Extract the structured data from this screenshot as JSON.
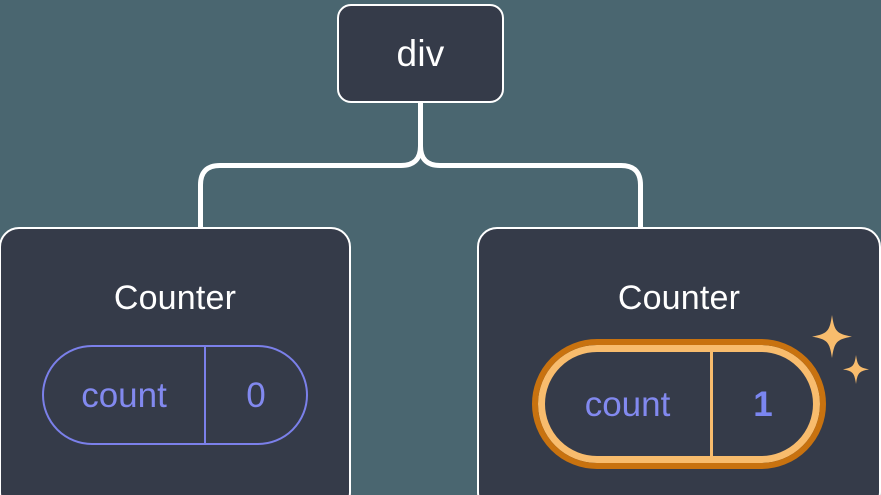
{
  "diagram": {
    "type": "component-tree",
    "description": "React component tree: a div parent with two Counter children; the right Counter's count state has been updated to 1 and is highlighted.",
    "background_color": "#4a6670",
    "node_fill_color": "#353b49",
    "node_border_color": "#ffffff",
    "connector_color": "#ffffff",
    "accent_state_color": "#8289ef",
    "highlight_inner_color": "#f8bc6d",
    "highlight_outer_color": "#c8720f",
    "sparkle_color": "#f8bc6d"
  },
  "root": {
    "label": "div"
  },
  "children": [
    {
      "label": "Counter",
      "state": {
        "key": "count",
        "value": "0"
      },
      "highlighted": false,
      "sparkles": 0
    },
    {
      "label": "Counter",
      "state": {
        "key": "count",
        "value": "1"
      },
      "highlighted": true,
      "sparkles": 2
    }
  ]
}
